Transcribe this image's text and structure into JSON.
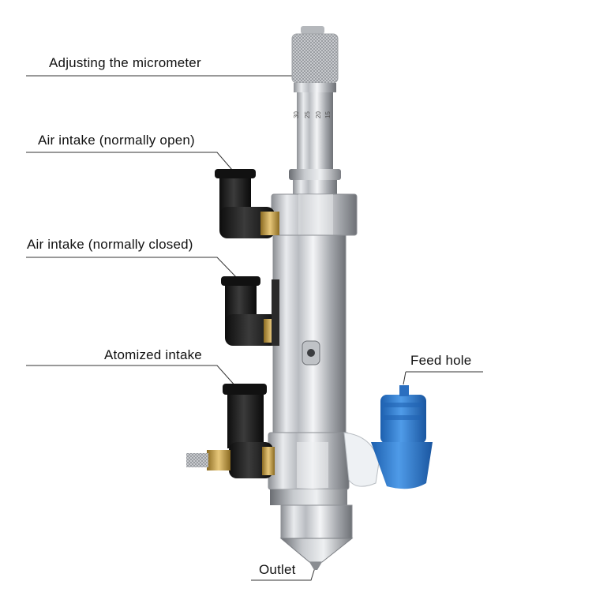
{
  "labels": {
    "micrometer": "Adjusting the micrometer",
    "air_open": "Air intake (normally open)",
    "air_closed": "Air intake (normally closed)",
    "atomized": "Atomized intake",
    "feed": "Feed hole",
    "outlet": "Outlet"
  },
  "scale_ticks": [
    "30",
    "25",
    "20",
    "15"
  ],
  "colors": {
    "steel": "#c9ccd0",
    "fitting_black": "#1c1c1c",
    "fitting_blue": "#2f7fd6",
    "brass": "#c9a24a"
  }
}
